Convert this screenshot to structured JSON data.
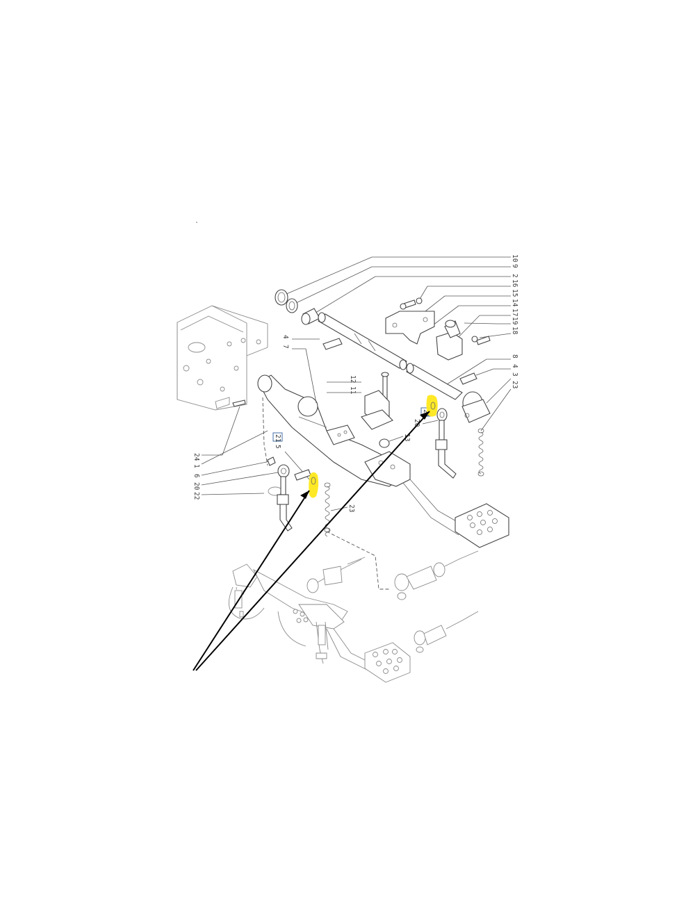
{
  "diagram": {
    "callouts": {
      "c10": "10",
      "c9": "9",
      "c2": "2",
      "c16": "16",
      "c15": "15",
      "c14": "14",
      "c17": "17",
      "c19": "19",
      "c18": "18",
      "c8": "8",
      "c4b": "4",
      "c3": "3",
      "c23a": "23",
      "c4a": "4",
      "c7": "7",
      "c12": "12",
      "c11": "11",
      "c13": "13",
      "c21a": "21",
      "c20a": "20",
      "c21b": "21",
      "c5": "5",
      "c24": "24",
      "c1": "1",
      "c6": "6",
      "c20b": "20",
      "c22": "22",
      "c23b": "23"
    },
    "highlight_color": "#ffe81a",
    "arrow_color": "#000000",
    "reference_box_color": "#2f5f9e"
  }
}
